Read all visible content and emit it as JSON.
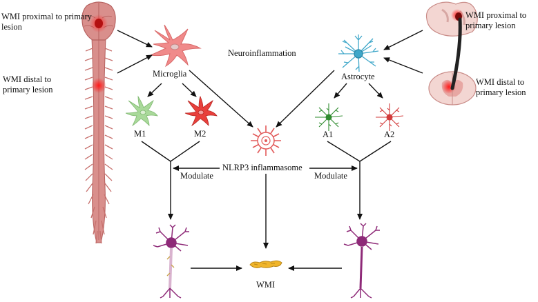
{
  "labels": {
    "wmi_proximal_left": "WMI proximal to primary lesion",
    "wmi_distal_left": "WMI distal to primary lesion",
    "wmi_proximal_right": "WMI proximal to primary lesion",
    "wmi_distal_right": "WMI distal to primary lesion",
    "microglia": "Microglia",
    "astrocyte": "Astrocyte",
    "neuroinflammation": "Neuroinflammation",
    "m1": "M1",
    "m2": "M2",
    "a1": "A1",
    "a2": "A2",
    "nlrp3": "NLRP3 inflammasome",
    "modulate_left": "Modulate",
    "modulate_right": "Modulate",
    "wmi": "WMI"
  },
  "icons": [
    "spinal-cord-icon",
    "brain-icon",
    "microglia-icon",
    "m1-microglia-icon",
    "m2-microglia-icon",
    "astrocyte-icon",
    "a1-astrocyte-icon",
    "a2-astrocyte-icon",
    "nlrp3-inflammasome-icon",
    "brain-slice-icon",
    "spinal-cord-section-icon",
    "neuron-icon",
    "damaged-axon-icon"
  ],
  "colors": {
    "tissue": "#d98f8c",
    "tissue_dark": "#b5605e",
    "lesion": "#e8242a",
    "microglia": "#f08a8a",
    "m1": "#a9d99a",
    "m2": "#e8403c",
    "astrocyte": "#3fa7c9",
    "a1": "#2e8b2e",
    "a2": "#d23a3a",
    "neuron": "#8e2a78",
    "wmi_fiber": "#f0b52a",
    "arrow": "#111111"
  }
}
